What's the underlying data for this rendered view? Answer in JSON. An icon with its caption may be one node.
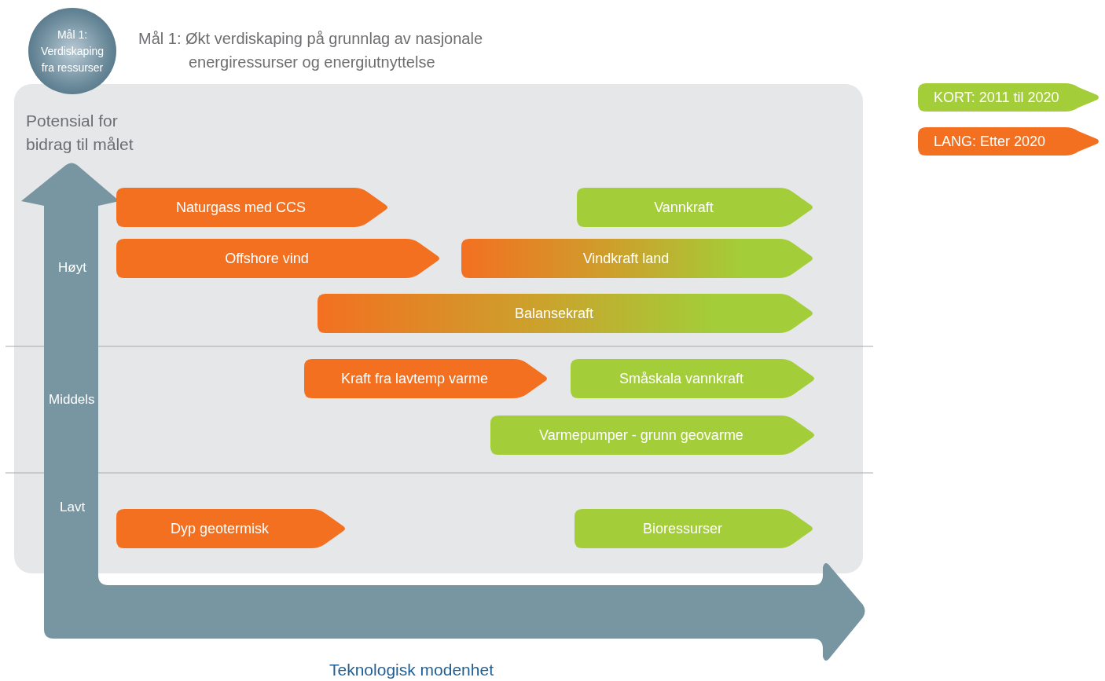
{
  "diagram": {
    "title": "Mål 1: Økt verdiskaping på grunnlag av nasjonale energiressurser og energiutnyttelse",
    "nodes": [
      {
        "text": [
          "Mål 1: Verdiskaping fra ressurser"
        ]
      },
      {
        "text": [
          "Potensial for bidrag til målet"
        ]
      },
      {
        "text": [
          "Naturgass med CCS"
        ],
        "in": 1
      },
      {
        "text": [
          "Vannkraft"
        ],
        "in": 1
      },
      {
        "text": [
          "Offshore vind"
        ],
        "in": 1
      },
      {
        "text": [
          "Vindkraft land"
        ],
        "in": 1
      },
      {
        "text": [
          "Balansekraft"
        ],
        "in": 1
      },
      {
        "text": [
          "Kraft fra lavtemp varme"
        ],
        "in": 1
      },
      {
        "text": [
          "Småskala vannkraft"
        ],
        "in": 1
      },
      {
        "text": [
          "Varmepumper - grunn geovarme"
        ],
        "in": 1
      },
      {
        "text": [
          "Dyp geotermisk"
        ],
        "in": 1
      },
      {
        "text": [
          "Bioressurser"
        ],
        "in": 1
      }
    ],
    "labels": [
      "Høyt",
      "Middels",
      "Lavt",
      "Teknologisk modenhet"
    ],
    "legend": [
      {
        "text": "KORT: 2011 til 2020",
        "color": "#a3cd39"
      },
      {
        "text": "LANG: Etter 2020",
        "color": "#f37021"
      }
    ]
  }
}
